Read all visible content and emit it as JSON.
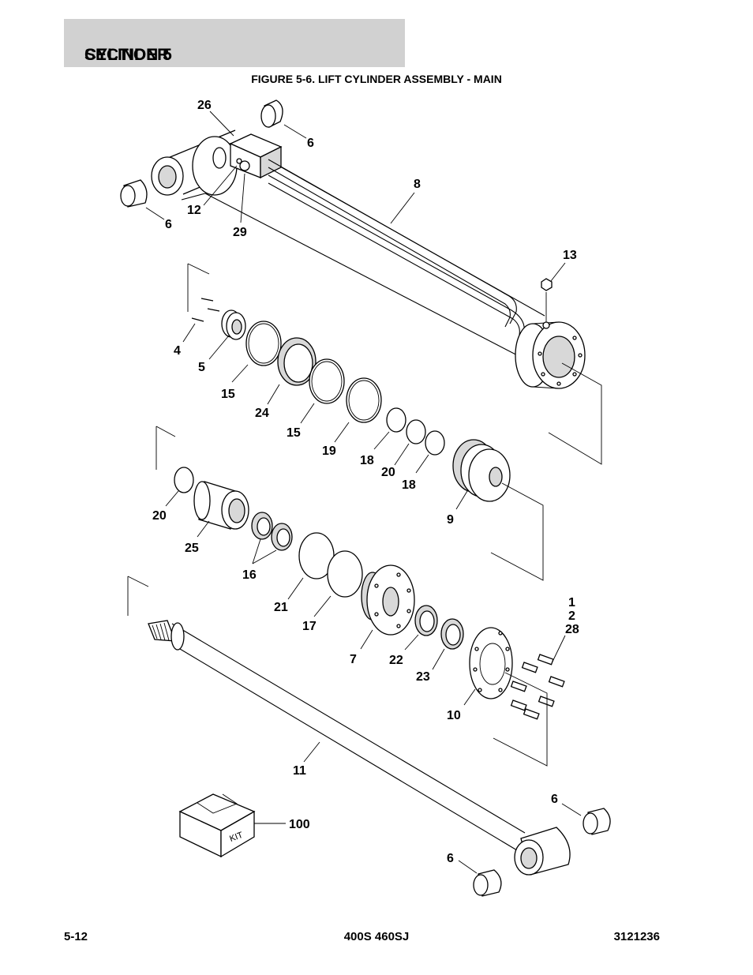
{
  "section": {
    "number": "SECTION 5",
    "title": "CYLINDER"
  },
  "figure": {
    "number": "FIGURE 5-6.",
    "title": "LIFT CYLINDER ASSEMBLY - MAIN"
  },
  "callouts": {
    "c26": "26",
    "c6a": "6",
    "c8": "8",
    "c12": "12",
    "c6b": "6",
    "c29": "29",
    "c13": "13",
    "c4": "4",
    "c5": "5",
    "c15a": "15",
    "c24": "24",
    "c15b": "15",
    "c19": "19",
    "c18a": "18",
    "c20a": "20",
    "c18b": "18",
    "c9": "9",
    "c20b": "20",
    "c25": "25",
    "c16": "16",
    "c21": "21",
    "c17": "17",
    "c7": "7",
    "c22": "22",
    "c23": "23",
    "c1": "1",
    "c2": "2",
    "c28": "28",
    "c10": "10",
    "c11": "11",
    "c100": "100",
    "c6c": "6",
    "c6d": "6"
  },
  "kit_label": "KIT",
  "footer": {
    "page": "5-12",
    "model": "400S 460SJ",
    "doc_number": "3121236"
  }
}
